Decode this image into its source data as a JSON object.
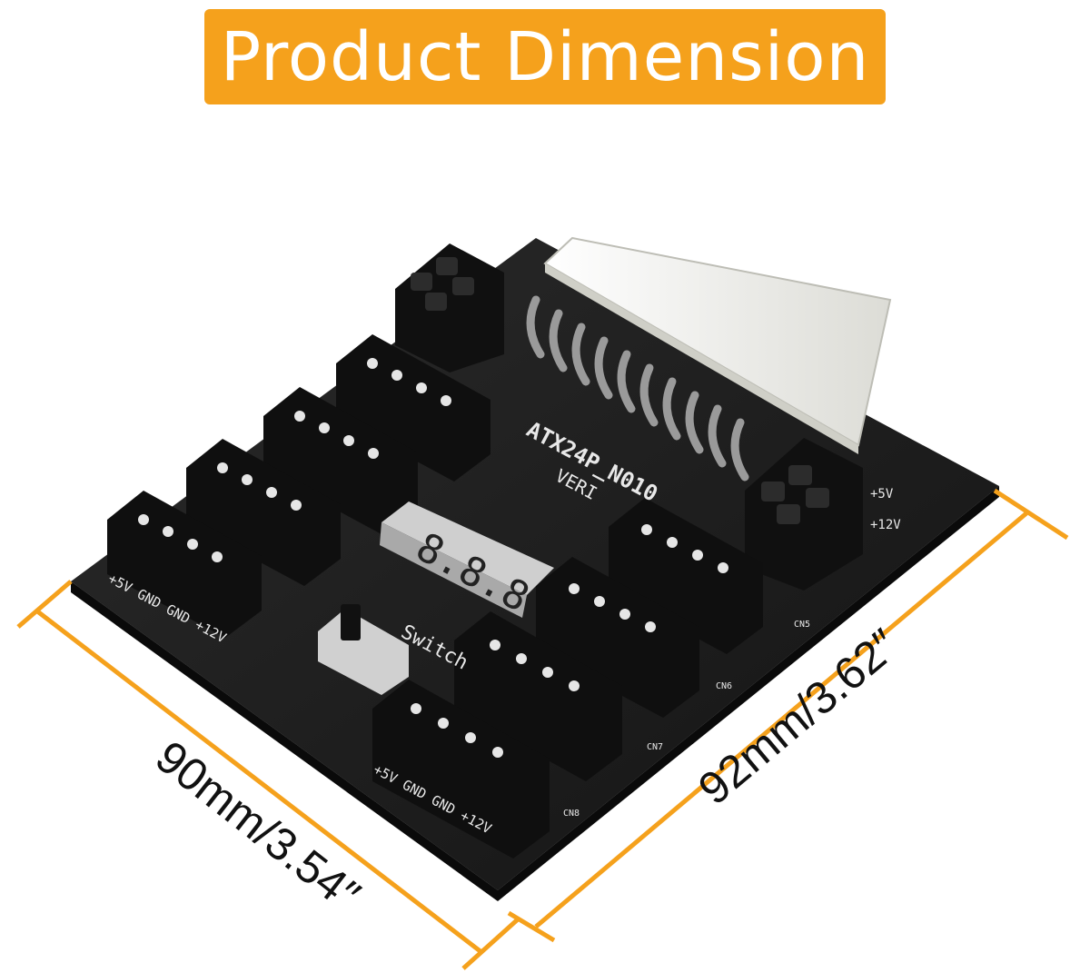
{
  "banner": {
    "title": "Product Dimension"
  },
  "dimensions": {
    "left": "90mm/3.54″",
    "right": "92mm/3.62″"
  },
  "board": {
    "model_text": "ATX24P_N010",
    "version_text": "VERI",
    "switch_text": "Switch",
    "display_digits": "8.8.8",
    "pin_labels": "+5V GND GND +12V",
    "plus12_label": "+12V",
    "plus5_label": "+5V",
    "connector_labels": [
      "CN5",
      "CN6",
      "CN7",
      "CN8"
    ]
  },
  "colors": {
    "accent": "#F5A11C",
    "board": "#1B1B1B",
    "connector": "#0F0F0F",
    "atx_plug": "#F4F4F0"
  }
}
